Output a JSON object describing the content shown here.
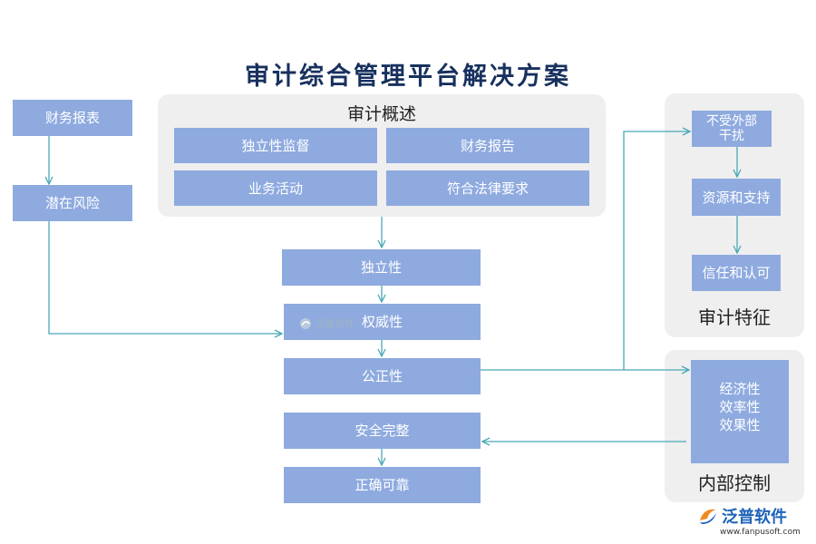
{
  "title": "审计综合管理平台解决方案",
  "overview": {
    "label": "审计概述",
    "items": [
      "独立性监督",
      "财务报告",
      "业务活动",
      "符合法律要求"
    ]
  },
  "left_chain": [
    "财务报表",
    "潜在风险"
  ],
  "center_chain": [
    "独立性",
    "权威性",
    "公正性",
    "安全完整",
    "正确可靠"
  ],
  "audit_features": {
    "label": "审计特征",
    "items": [
      "不受外部\n干扰",
      "资源和支持",
      "信任和认可"
    ]
  },
  "internal_control": {
    "label": "内部控制",
    "box_lines": [
      "经济性",
      "效率性",
      "效果性"
    ]
  },
  "watermark": {
    "brand": "泛普软件",
    "url": "www.fanpusoft.com"
  },
  "colors": {
    "box": "#8eaadf",
    "arrow": "#4aa8b8",
    "panel": "#efefef",
    "title": "#17305e"
  }
}
